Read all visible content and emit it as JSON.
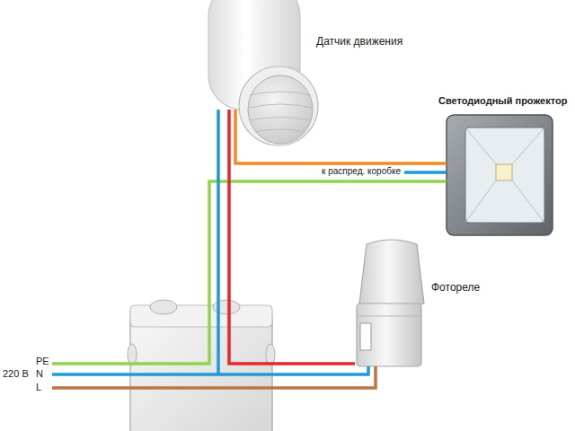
{
  "diagram": {
    "nodes": [
      {
        "text": [
          "Датчик движения"
        ]
      },
      {
        "text": [
          "Светодиодный прожектор"
        ]
      },
      {
        "text": [
          "Фотореле"
        ]
      }
    ],
    "edges": [
      {
        "from": 0,
        "to": 1,
        "arrow": "none"
      },
      {
        "from": 0,
        "to": 2,
        "arrow": "none"
      }
    ],
    "labels": [
      "к распред. коробке",
      "PE",
      "220 В",
      "N",
      "L"
    ]
  }
}
